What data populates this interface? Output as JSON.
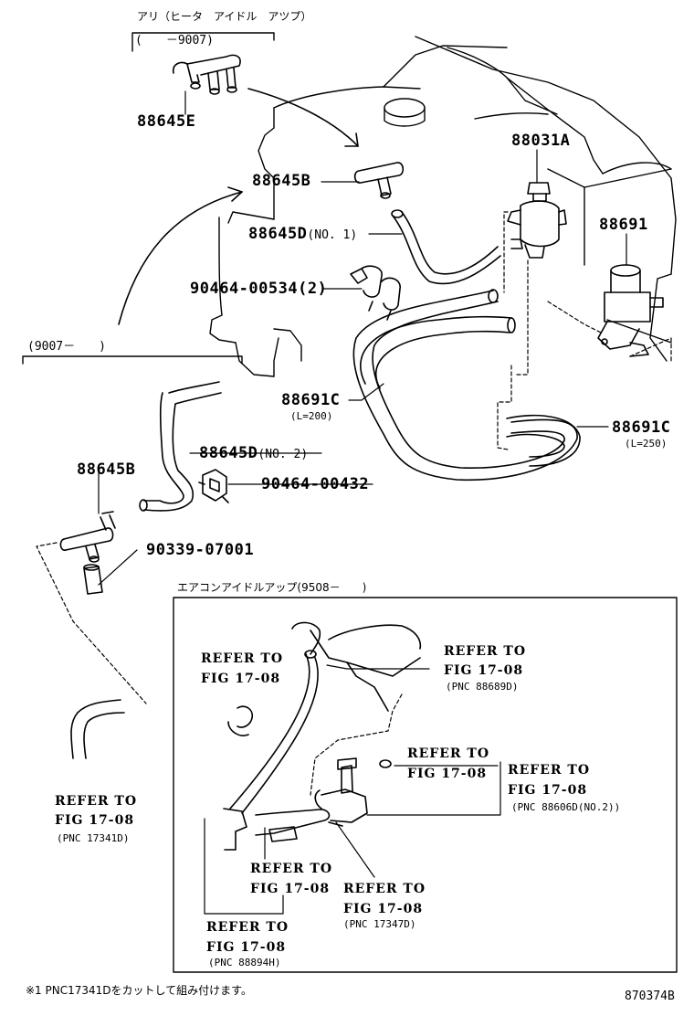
{
  "header_note": {
    "text": "アリ（ヒータ　アイドル　アツプ）",
    "period": "(　　－9007)"
  },
  "section_note": {
    "period": "(9007－　　)"
  },
  "inset": {
    "title": "エアコンアイドルアップ(9508－　　)"
  },
  "parts": [
    {
      "id": "p1",
      "number": "88645E"
    },
    {
      "id": "p2",
      "number": "88645B"
    },
    {
      "id": "p3",
      "number": "88031A"
    },
    {
      "id": "p4",
      "number": "88645D",
      "suffix": "(NO. 1)"
    },
    {
      "id": "p5",
      "number": "88691"
    },
    {
      "id": "p6",
      "number": "90464-00534",
      "suffix": "(2)"
    },
    {
      "id": "p7",
      "number": "88691C",
      "sub": "(L=200)"
    },
    {
      "id": "p8",
      "number": "88691C",
      "sub": "(L=250)"
    },
    {
      "id": "p9",
      "number": "88645D",
      "suffix": "(NO. 2)"
    },
    {
      "id": "p10",
      "number": "88645B"
    },
    {
      "id": "p11",
      "number": "90464-00432"
    },
    {
      "id": "p12",
      "number": "90339-07001"
    }
  ],
  "references": [
    {
      "id": "r1",
      "line1": "REFER TO",
      "line2": "FIG 17-08",
      "pnc": "(PNC 17341D)"
    },
    {
      "id": "r2",
      "line1": "REFER TO",
      "line2": "FIG 17-08"
    },
    {
      "id": "r3",
      "line1": "REFER TO",
      "line2": "FIG 17-08",
      "pnc": "(PNC 88689D)"
    },
    {
      "id": "r4",
      "line1": "REFER TO",
      "line2": "FIG 17-08"
    },
    {
      "id": "r5",
      "line1": "REFER TO",
      "line2": "FIG 17-08",
      "pnc": "(PNC 88606D(NO.2))"
    },
    {
      "id": "r6",
      "line1": "REFER TO",
      "line2": "FIG 17-08"
    },
    {
      "id": "r7",
      "line1": "REFER TO",
      "line2": "FIG 17-08",
      "pnc": "(PNC 17347D)"
    },
    {
      "id": "r8",
      "line1": "REFER TO",
      "line2": "FIG 17-08",
      "pnc": "(PNC 88894H)"
    }
  ],
  "footnote": "※1 PNC17341Dをカットして組み付けます。",
  "figure_id": "870374B"
}
